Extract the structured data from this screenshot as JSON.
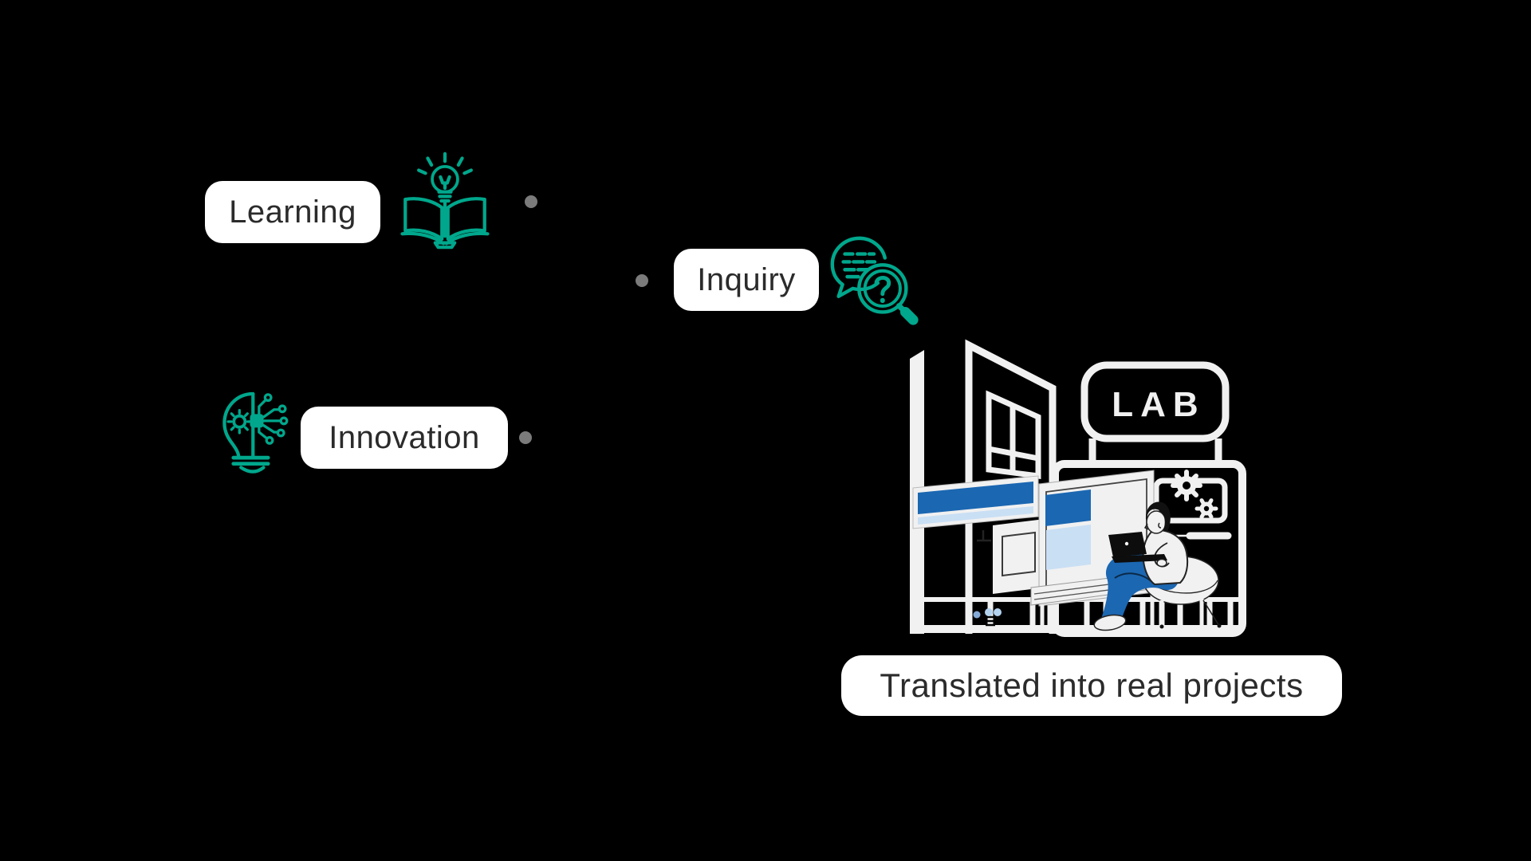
{
  "labels": {
    "learning": {
      "text": "Learning",
      "icon": "book-lightbulb-icon"
    },
    "inquiry": {
      "text": "Inquiry",
      "icon": "speech-bubble-magnifier-icon"
    },
    "innovation": {
      "text": "Innovation",
      "icon": "lightbulb-circuit-gear-icon"
    },
    "outcome": {
      "text": "Translated into real projects",
      "icon": "lab-scene-illustration"
    }
  },
  "illustration": {
    "sign_text": "LAB",
    "elements": [
      "door-with-window",
      "lab-sign",
      "gears-panel",
      "monitors-with-screens",
      "person-with-laptop-on-round-chair",
      "railing",
      "poster-board",
      "desk"
    ]
  },
  "connectors": [
    "gray-dot-after-learning",
    "gray-dot-before-inquiry",
    "gray-dot-after-innovation"
  ],
  "colors": {
    "background": "#000000",
    "teal_accent": "#00A78C",
    "blue_fill": "#1B67B2",
    "light_blue_fill": "#C9DFF4",
    "outline_white": "#F1F1F1",
    "pill_background": "#FFFFFF",
    "pill_text": "#2B2B2B",
    "connector_gray": "#7B7B7B",
    "dark_ink": "#111111"
  }
}
